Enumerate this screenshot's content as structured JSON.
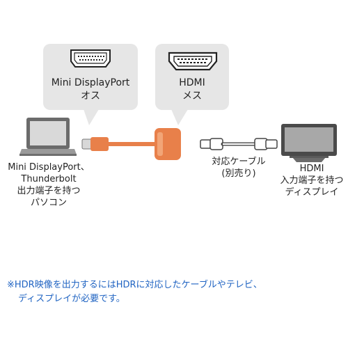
{
  "bubbles": {
    "mdp": {
      "line1": "Mini DisplayPort",
      "line2": "オス",
      "icon": "mini-displayport-icon"
    },
    "hdmi": {
      "line1": "HDMI",
      "line2": "メス",
      "icon": "hdmi-icon"
    }
  },
  "pc_label": [
    "Mini DisplayPort、",
    "Thunderbolt",
    "出力端子を持つ",
    "パソコン"
  ],
  "cable_label": [
    "対応ケーブル",
    "(別売り)"
  ],
  "display_label": [
    "HDMI",
    "入力端子を持つ",
    "ディスプレイ"
  ],
  "note": [
    "※HDR映像を出力するにはHDRに対応したケーブルやテレビ、",
    "ディスプレイが必要です。"
  ],
  "colors": {
    "adapter": "#e8804a",
    "bubble": "#e6e6e6",
    "note_text": "#1f63c2",
    "device_dark": "#555555"
  },
  "icons": [
    "laptop-icon",
    "adapter-icon",
    "hdmi-cable-icon",
    "monitor-icon"
  ]
}
